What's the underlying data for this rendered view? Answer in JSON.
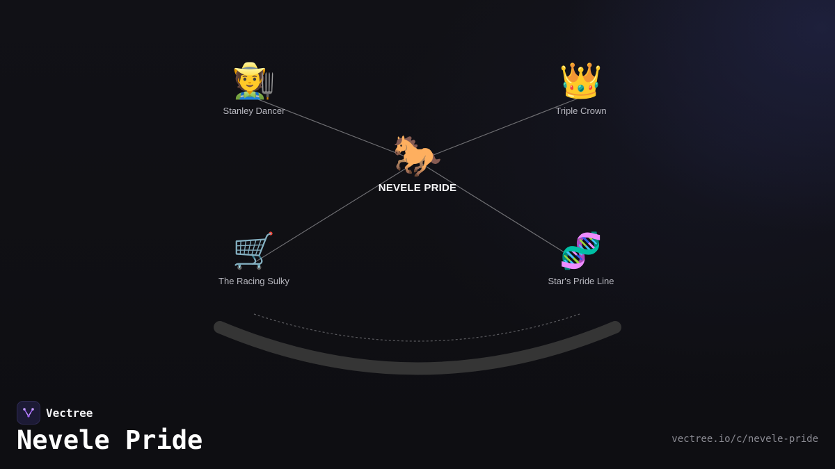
{
  "colors": {
    "background": "#0f0f14",
    "edge": "#6e6e72",
    "arc": "#353535",
    "center_label": "#f4f4f6",
    "node_label": "#b8b8c0",
    "brand_accent": "#9b5cf0"
  },
  "graph": {
    "center": {
      "id": "nevele-pride",
      "icon": "horse-racing-icon",
      "emoji": "🐎",
      "label": "NEVELE PRIDE"
    },
    "nodes": [
      {
        "id": "stanley-dancer",
        "icon": "farmer-icon",
        "emoji": "🧑‍🌾",
        "label": "Stanley Dancer"
      },
      {
        "id": "triple-crown",
        "icon": "crown-icon",
        "emoji": "👑",
        "label": "Triple Crown"
      },
      {
        "id": "racing-sulky",
        "icon": "shopping-cart-icon",
        "emoji": "🛒",
        "label": "The Racing Sulky"
      },
      {
        "id": "stars-pride-line",
        "icon": "dna-icon",
        "emoji": "🧬",
        "label": "Star's Pride Line"
      }
    ],
    "edges": [
      {
        "from": "nevele-pride",
        "to": "stanley-dancer"
      },
      {
        "from": "nevele-pride",
        "to": "triple-crown"
      },
      {
        "from": "nevele-pride",
        "to": "racing-sulky"
      },
      {
        "from": "nevele-pride",
        "to": "stars-pride-line"
      }
    ]
  },
  "footer": {
    "brand_name": "Vectree",
    "brand_icon": "vectree-logo-icon",
    "title": "Nevele Pride",
    "url": "vectree.io/c/nevele-pride"
  }
}
